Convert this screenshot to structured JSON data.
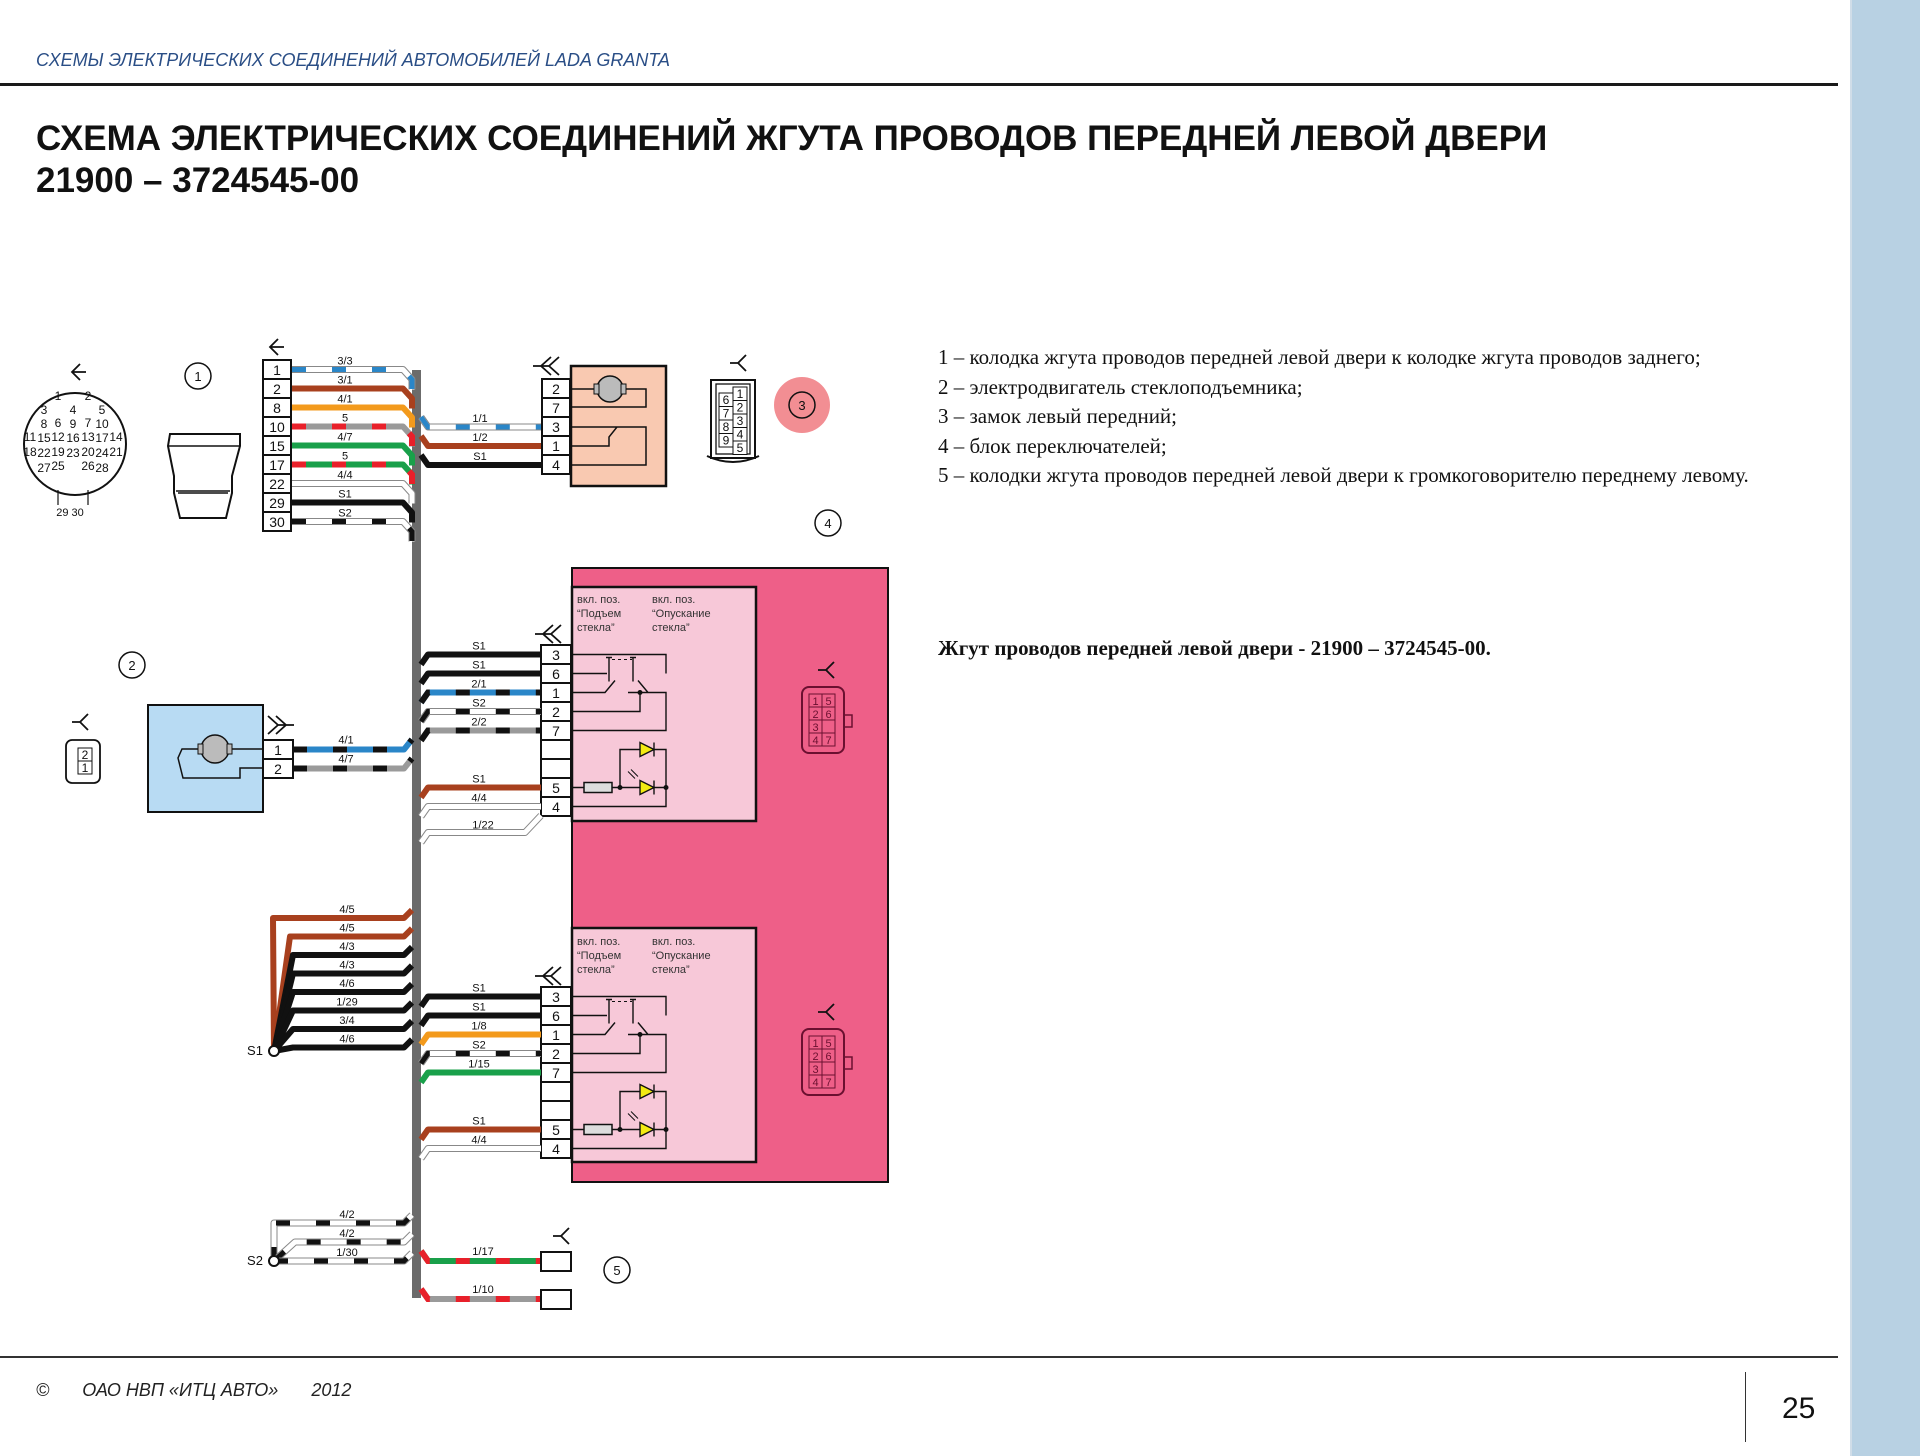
{
  "header": {
    "running_title": "СХЕМЫ ЭЛЕКТРИЧЕСКИХ СОЕДИНЕНИЙ АВТОМОБИЛЕЙ LADA GRANTA"
  },
  "title": {
    "line1": "СХЕМА ЭЛЕКТРИЧЕСКИХ СОЕДИНЕНИЙ ЖГУТА ПРОВОДОВ ПЕРЕДНЕЙ ЛЕВОЙ ДВЕРИ",
    "line2": "21900 – 3724545-00"
  },
  "legend": {
    "items": [
      "1 – колодка жгута проводов передней левой двери к колодке жгута проводов заднего;",
      "2 – электродвигатель стеклоподъемника;",
      "3 – замок левый передний;",
      "4 – блок переключателей;",
      "5 – колодки жгута проводов передней левой двери к громкоговорителю переднему левому."
    ],
    "harness_note": "Жгут проводов передней левой двери - 21900 – 3724545-00."
  },
  "footer": {
    "copyright_symbol": "©",
    "publisher": "ОАО НВП «ИТЦ АВТО»",
    "year": "2012",
    "page_number": "25"
  },
  "colors": {
    "trunk": "#6b6b6b",
    "brown": "#a8401e",
    "orange": "#f39a1c",
    "green": "#19a04a",
    "blue": "#2a86c8",
    "gray": "#9a9a9a",
    "red": "#e8202a",
    "black": "#111111",
    "switch_block_outer": "#ee5f88",
    "switch_block_inner": "#f7c8d8",
    "motor_box": "#f9c9b1",
    "wiper_motor_box": "#b8dbf3",
    "callout_highlight": "#f07a80",
    "led_yellow": "#f2ea12",
    "side_strip": "#b8d1e3"
  },
  "diagram": {
    "callouts": [
      "1",
      "2",
      "3",
      "4",
      "5"
    ],
    "connector1": {
      "face_pins": [
        "1",
        "2",
        "3",
        "4",
        "5",
        "6",
        "7",
        "8",
        "9",
        "10",
        "11",
        "12",
        "13",
        "14",
        "15",
        "16",
        "17",
        "18",
        "19",
        "20",
        "21",
        "22",
        "23",
        "24",
        "25",
        "26",
        "27",
        "28",
        "29",
        "30"
      ],
      "pins": [
        "1",
        "2",
        "8",
        "10",
        "15",
        "17",
        "22",
        "29",
        "30"
      ],
      "wires": [
        {
          "label": "3/3",
          "style": "white-blue"
        },
        {
          "label": "3/1",
          "style": "brown"
        },
        {
          "label": "4/1",
          "style": "orange"
        },
        {
          "label": "5",
          "style": "gray-red"
        },
        {
          "label": "4/7",
          "style": "green"
        },
        {
          "label": "5",
          "style": "green-red"
        },
        {
          "label": "4/4",
          "style": "white"
        },
        {
          "label": "S1",
          "style": "black"
        },
        {
          "label": "S2",
          "style": "white-black"
        }
      ]
    },
    "window_motor": {
      "pins": [
        "2",
        "7",
        "3",
        "1",
        "4"
      ],
      "wires": [
        {
          "label": "1/1",
          "style": "white-blue",
          "pin": "3"
        },
        {
          "label": "1/2",
          "style": "brown",
          "pin": "1"
        },
        {
          "label": "S1",
          "style": "black",
          "pin": "4"
        }
      ]
    },
    "lock_connector": {
      "pins_left": [
        "6",
        "7",
        "8",
        "9"
      ],
      "pins_right": [
        "1",
        "2",
        "3",
        "4",
        "5"
      ]
    },
    "motor2": {
      "pins": [
        "1",
        "2"
      ],
      "face_pins": [
        "2",
        "1"
      ],
      "wires": [
        {
          "label": "4/1",
          "style": "blue-black",
          "pin": "1"
        },
        {
          "label": "4/7",
          "style": "gray-black",
          "pin": "2"
        }
      ]
    },
    "switch_top": {
      "pos_up": [
        "вкл. поз.",
        "“Подъем",
        "стекла”"
      ],
      "pos_down": [
        "вкл. поз.",
        "“Опускание",
        "стекла”"
      ],
      "pins": [
        "3",
        "6",
        "1",
        "2",
        "7",
        "",
        "",
        "5",
        "4"
      ],
      "wires": [
        {
          "label": "S1",
          "style": "black",
          "pin": "3"
        },
        {
          "label": "S1",
          "style": "black",
          "pin": "6"
        },
        {
          "label": "2/1",
          "style": "blue-black",
          "pin": "1"
        },
        {
          "label": "S2",
          "style": "white-black",
          "pin": "2"
        },
        {
          "label": "2/2",
          "style": "gray-black",
          "pin": "7"
        },
        {
          "label": "S1",
          "style": "brown",
          "pin": "5"
        },
        {
          "label": "4/4",
          "style": "white",
          "pin": "4"
        },
        {
          "label": "1/22",
          "style": "white",
          "pin": "4"
        }
      ],
      "face_pins": [
        "1",
        "5",
        "2",
        "6",
        "3",
        "",
        "4",
        "7"
      ]
    },
    "switch_bottom": {
      "pos_up": [
        "вкл. поз.",
        "“Подъем",
        "стекла”"
      ],
      "pos_down": [
        "вкл. поз.",
        "“Опускание",
        "стекла”"
      ],
      "pins": [
        "3",
        "6",
        "1",
        "2",
        "7",
        "",
        "",
        "5",
        "4"
      ],
      "wires": [
        {
          "label": "S1",
          "style": "black",
          "pin": "3"
        },
        {
          "label": "S1",
          "style": "black",
          "pin": "6"
        },
        {
          "label": "1/8",
          "style": "orange",
          "pin": "1"
        },
        {
          "label": "S2",
          "style": "white-black",
          "pin": "2"
        },
        {
          "label": "1/15",
          "style": "green",
          "pin": "7"
        },
        {
          "label": "S1",
          "style": "brown",
          "pin": "5"
        },
        {
          "label": "4/4",
          "style": "white",
          "pin": "4"
        }
      ],
      "face_pins": [
        "1",
        "5",
        "2",
        "6",
        "3",
        "",
        "4",
        "7"
      ]
    },
    "splice_s1": {
      "label": "S1",
      "wires": [
        {
          "label": "4/5",
          "style": "brown"
        },
        {
          "label": "4/5",
          "style": "brown"
        },
        {
          "label": "4/3",
          "style": "black"
        },
        {
          "label": "4/3",
          "style": "black"
        },
        {
          "label": "4/6",
          "style": "black"
        },
        {
          "label": "1/29",
          "style": "black"
        },
        {
          "label": "3/4",
          "style": "black"
        },
        {
          "label": "4/6",
          "style": "black"
        }
      ]
    },
    "splice_s2": {
      "label": "S2",
      "wires": [
        {
          "label": "4/2",
          "style": "white-black"
        },
        {
          "label": "4/2",
          "style": "white-black"
        },
        {
          "label": "1/30",
          "style": "white-black"
        }
      ]
    },
    "speaker": {
      "wires": [
        {
          "label": "1/17",
          "style": "green-red"
        },
        {
          "label": "1/10",
          "style": "gray-red"
        }
      ]
    }
  }
}
